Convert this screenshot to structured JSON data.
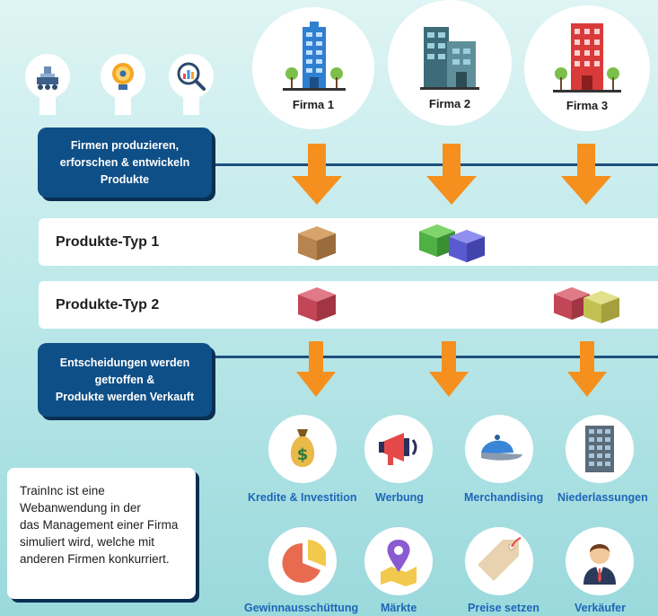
{
  "firms": [
    {
      "label": "Firma 1"
    },
    {
      "label": "Firma 2"
    },
    {
      "label": "Firma 3"
    }
  ],
  "top_icons": [
    {
      "icon": "factory-machine-icon"
    },
    {
      "icon": "lightbulb-gear-icon"
    },
    {
      "icon": "analytics-magnifier-icon"
    }
  ],
  "produce_box": {
    "text": "Firmen produzieren,\nerforschen & entwickeln\nProdukte"
  },
  "product_rows": [
    {
      "label": "Produkte-Typ 1"
    },
    {
      "label": "Produkte-Typ 2"
    }
  ],
  "decision_box": {
    "text": "Entscheidungen werden\ngetroffen &\nProdukte werden Verkauft"
  },
  "decisions": [
    {
      "label": "Kredite & Investition",
      "icon": "money-bag-icon"
    },
    {
      "label": "Werbung",
      "icon": "megaphone-icon"
    },
    {
      "label": "Merchandising",
      "icon": "cap-icon"
    },
    {
      "label": "Niederlassungen",
      "icon": "building-icon"
    },
    {
      "label": "Gewinnausschüttung",
      "icon": "pie-chart-icon"
    },
    {
      "label": "Märkte",
      "icon": "map-pin-icon"
    },
    {
      "label": "Preise setzen",
      "icon": "price-tag-icon"
    },
    {
      "label": "Verkäufer",
      "icon": "salesperson-icon"
    }
  ],
  "note": {
    "text": "TrainInc ist eine\nWebanwendung in der\ndas Management einer Firma\nsimuliert wird, welche mit\nanderen Firmen konkurriert."
  },
  "colors": {
    "navy": "#0f4f87",
    "arrow": "#f5901e",
    "label_blue": "#1e66b8"
  }
}
